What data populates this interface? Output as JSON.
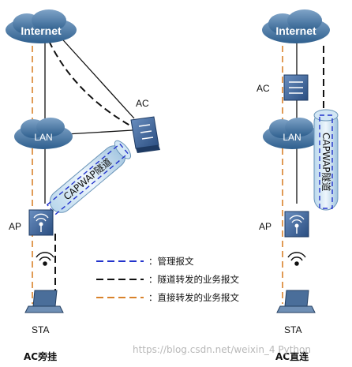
{
  "left_diagram": {
    "internet_label": "Internet",
    "lan_label": "LAN",
    "ac_label": "AC",
    "ap_label": "AP",
    "sta_label": "STA",
    "tunnel_label": "CAPWAP隧道",
    "caption": "AC旁挂"
  },
  "right_diagram": {
    "internet_label": "Internet",
    "ac_label": "AC",
    "lan_label": "LAN",
    "ap_label": "AP",
    "sta_label": "STA",
    "tunnel_label": "CAPWAP隧道",
    "caption": "AC直连"
  },
  "legend": [
    {
      "label": "：管理报文",
      "color": "#2233cc"
    },
    {
      "label": "：隧道转发的业务报文",
      "color": "#111111"
    },
    {
      "label": "：直接转发的业务报文",
      "color": "#d9822b"
    }
  ],
  "watermark": "https://blog.csdn.net/weixin_4  Python"
}
